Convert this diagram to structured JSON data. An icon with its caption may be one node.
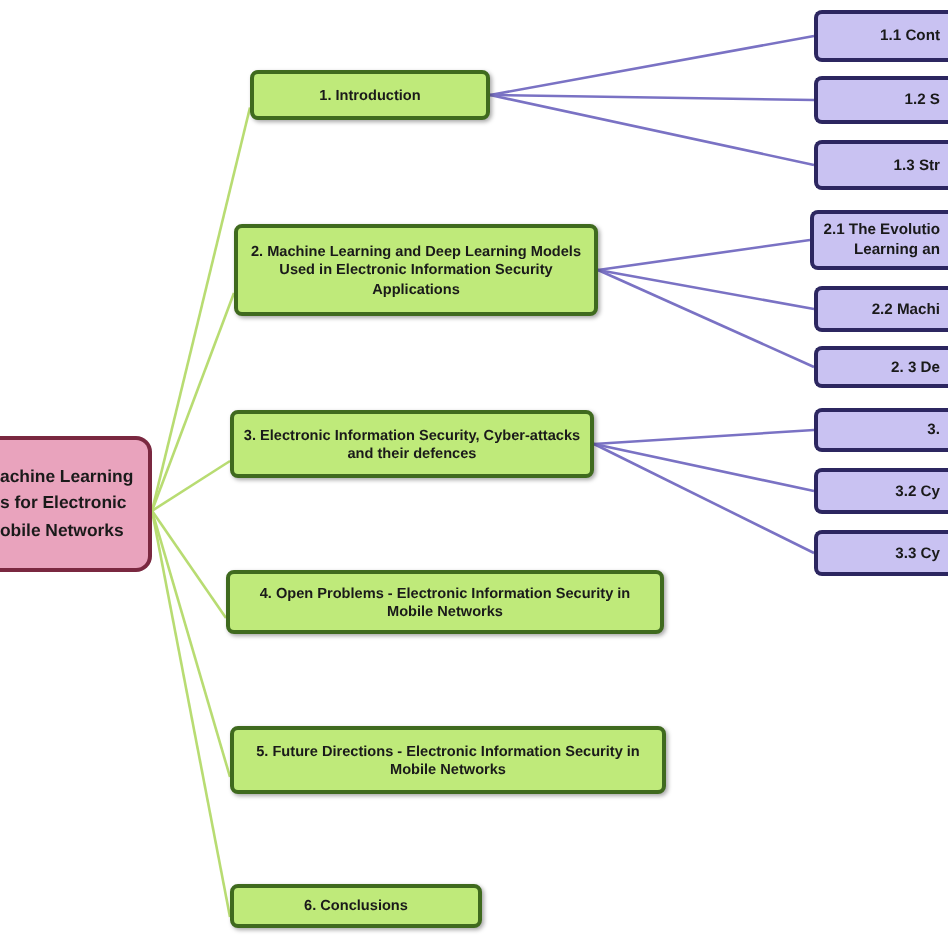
{
  "diagram": {
    "nodes": [
      {
        "text": [
          "achine Learning s for Electronic obile Networks"
        ]
      },
      {
        "text": [
          "1. Introduction"
        ]
      },
      {
        "text": [
          "1.1 Cont"
        ]
      },
      {
        "text": [
          "1.2 S"
        ]
      },
      {
        "text": [
          "1.3 Str"
        ]
      },
      {
        "text": [
          "2. Machine Learning and Deep Learning Models Used in Electronic Information Security Applications"
        ]
      },
      {
        "text": [
          "2.1 The Evolutio Learning an"
        ]
      },
      {
        "text": [
          "2.2 Machi"
        ]
      },
      {
        "text": [
          "2. 3 De"
        ]
      },
      {
        "text": [
          "3. Electronic Information Security, Cyber-attacks and their defences"
        ]
      },
      {
        "text": [
          "3."
        ]
      },
      {
        "text": [
          "3.2 Cy"
        ]
      },
      {
        "text": [
          "3.3 Cy"
        ]
      },
      {
        "text": [
          "4. Open Problems - Electronic Information Security in Mobile Networks"
        ]
      },
      {
        "text": [
          "5. Future Directions - Electronic Information Security in Mobile Networks"
        ]
      },
      {
        "text": [
          "6. Conclusions"
        ]
      }
    ],
    "edges": [
      {
        "from": 0,
        "to": 1,
        "arrow": "none",
        "color": "#b8dc72"
      },
      {
        "from": 0,
        "to": 5,
        "arrow": "none",
        "color": "#b8dc72"
      },
      {
        "from": 0,
        "to": 9,
        "arrow": "none",
        "color": "#b8dc72"
      },
      {
        "from": 0,
        "to": 13,
        "arrow": "none",
        "color": "#b8dc72"
      },
      {
        "from": 0,
        "to": 14,
        "arrow": "none",
        "color": "#b8dc72"
      },
      {
        "from": 0,
        "to": 15,
        "arrow": "none",
        "color": "#b8dc72"
      },
      {
        "from": 1,
        "to": 2,
        "arrow": "none"
      },
      {
        "from": 1,
        "to": 3,
        "arrow": "none"
      },
      {
        "from": 1,
        "to": 4,
        "arrow": "none"
      },
      {
        "from": 5,
        "to": 6,
        "arrow": "none"
      },
      {
        "from": 5,
        "to": 7,
        "arrow": "none"
      },
      {
        "from": 5,
        "to": 8,
        "arrow": "none"
      },
      {
        "from": 9,
        "to": 10,
        "arrow": "none"
      },
      {
        "from": 9,
        "to": 11,
        "arrow": "none"
      },
      {
        "from": 9,
        "to": 12,
        "arrow": "none"
      }
    ]
  }
}
